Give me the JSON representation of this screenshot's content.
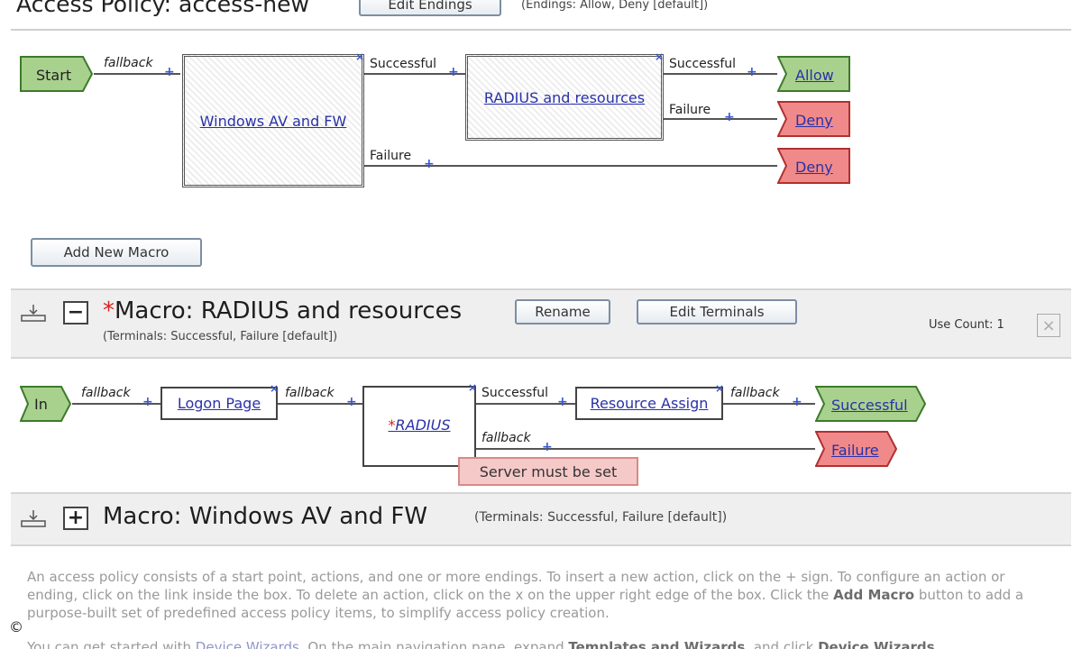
{
  "header": {
    "title": "Access Policy: access-new",
    "edit_endings_label": "Edit Endings",
    "endings_note": "(Endings: Allow, Deny [default])"
  },
  "policy": {
    "start_label": "Start",
    "fallback_label": "fallback",
    "windows_box_label": "Windows AV and FW",
    "radius_box_label": "RADIUS and resources",
    "successful_label": "Successful",
    "failure_label": "Failure",
    "allow_label": "Allow",
    "deny_label": "Deny",
    "add_macro_label": "Add New Macro",
    "colors": {
      "start": "#a9d18e",
      "ending_allow": "#a9d18e",
      "ending_deny": "#f08a8a"
    }
  },
  "macro_radius": {
    "star": "*",
    "title": "Macro: RADIUS and resources",
    "rename_label": "Rename",
    "edit_terminals_label": "Edit Terminals",
    "terminals_note": "(Terminals: Successful, Failure [default])",
    "use_count": "Use Count: 1",
    "close_glyph": "×",
    "in_label": "In",
    "logon_label": "Logon Page",
    "radius_label": "RADIUS",
    "resource_assign_label": "Resource Assign",
    "successful_terminal": "Successful",
    "failure_terminal": "Failure",
    "error_text": "Server must be set"
  },
  "macro_windows": {
    "title": "Macro: Windows AV and FW",
    "terminals_note": "(Terminals: Successful, Failure [default])"
  },
  "description": {
    "p1_a": "An access policy consists of a start point, actions, and one or more endings. To insert a new action, click on the + sign. To configure an action or ending, click on the link inside the box. To delete an action, click on the x on the upper right edge of the box. Click the ",
    "p1_bold1": "Add Macro",
    "p1_b": " button to add a purpose-built set of predefined access policy items, to simplify access policy creation.",
    "p2_a": "You can get started with ",
    "p2_link": "Device Wizards",
    "p2_b": ". On the main navigation pane, expand ",
    "p2_bold": "Templates and Wizards",
    "p2_c": ", and click ",
    "p2_bold2": "Device Wizards"
  },
  "copyright": "©"
}
